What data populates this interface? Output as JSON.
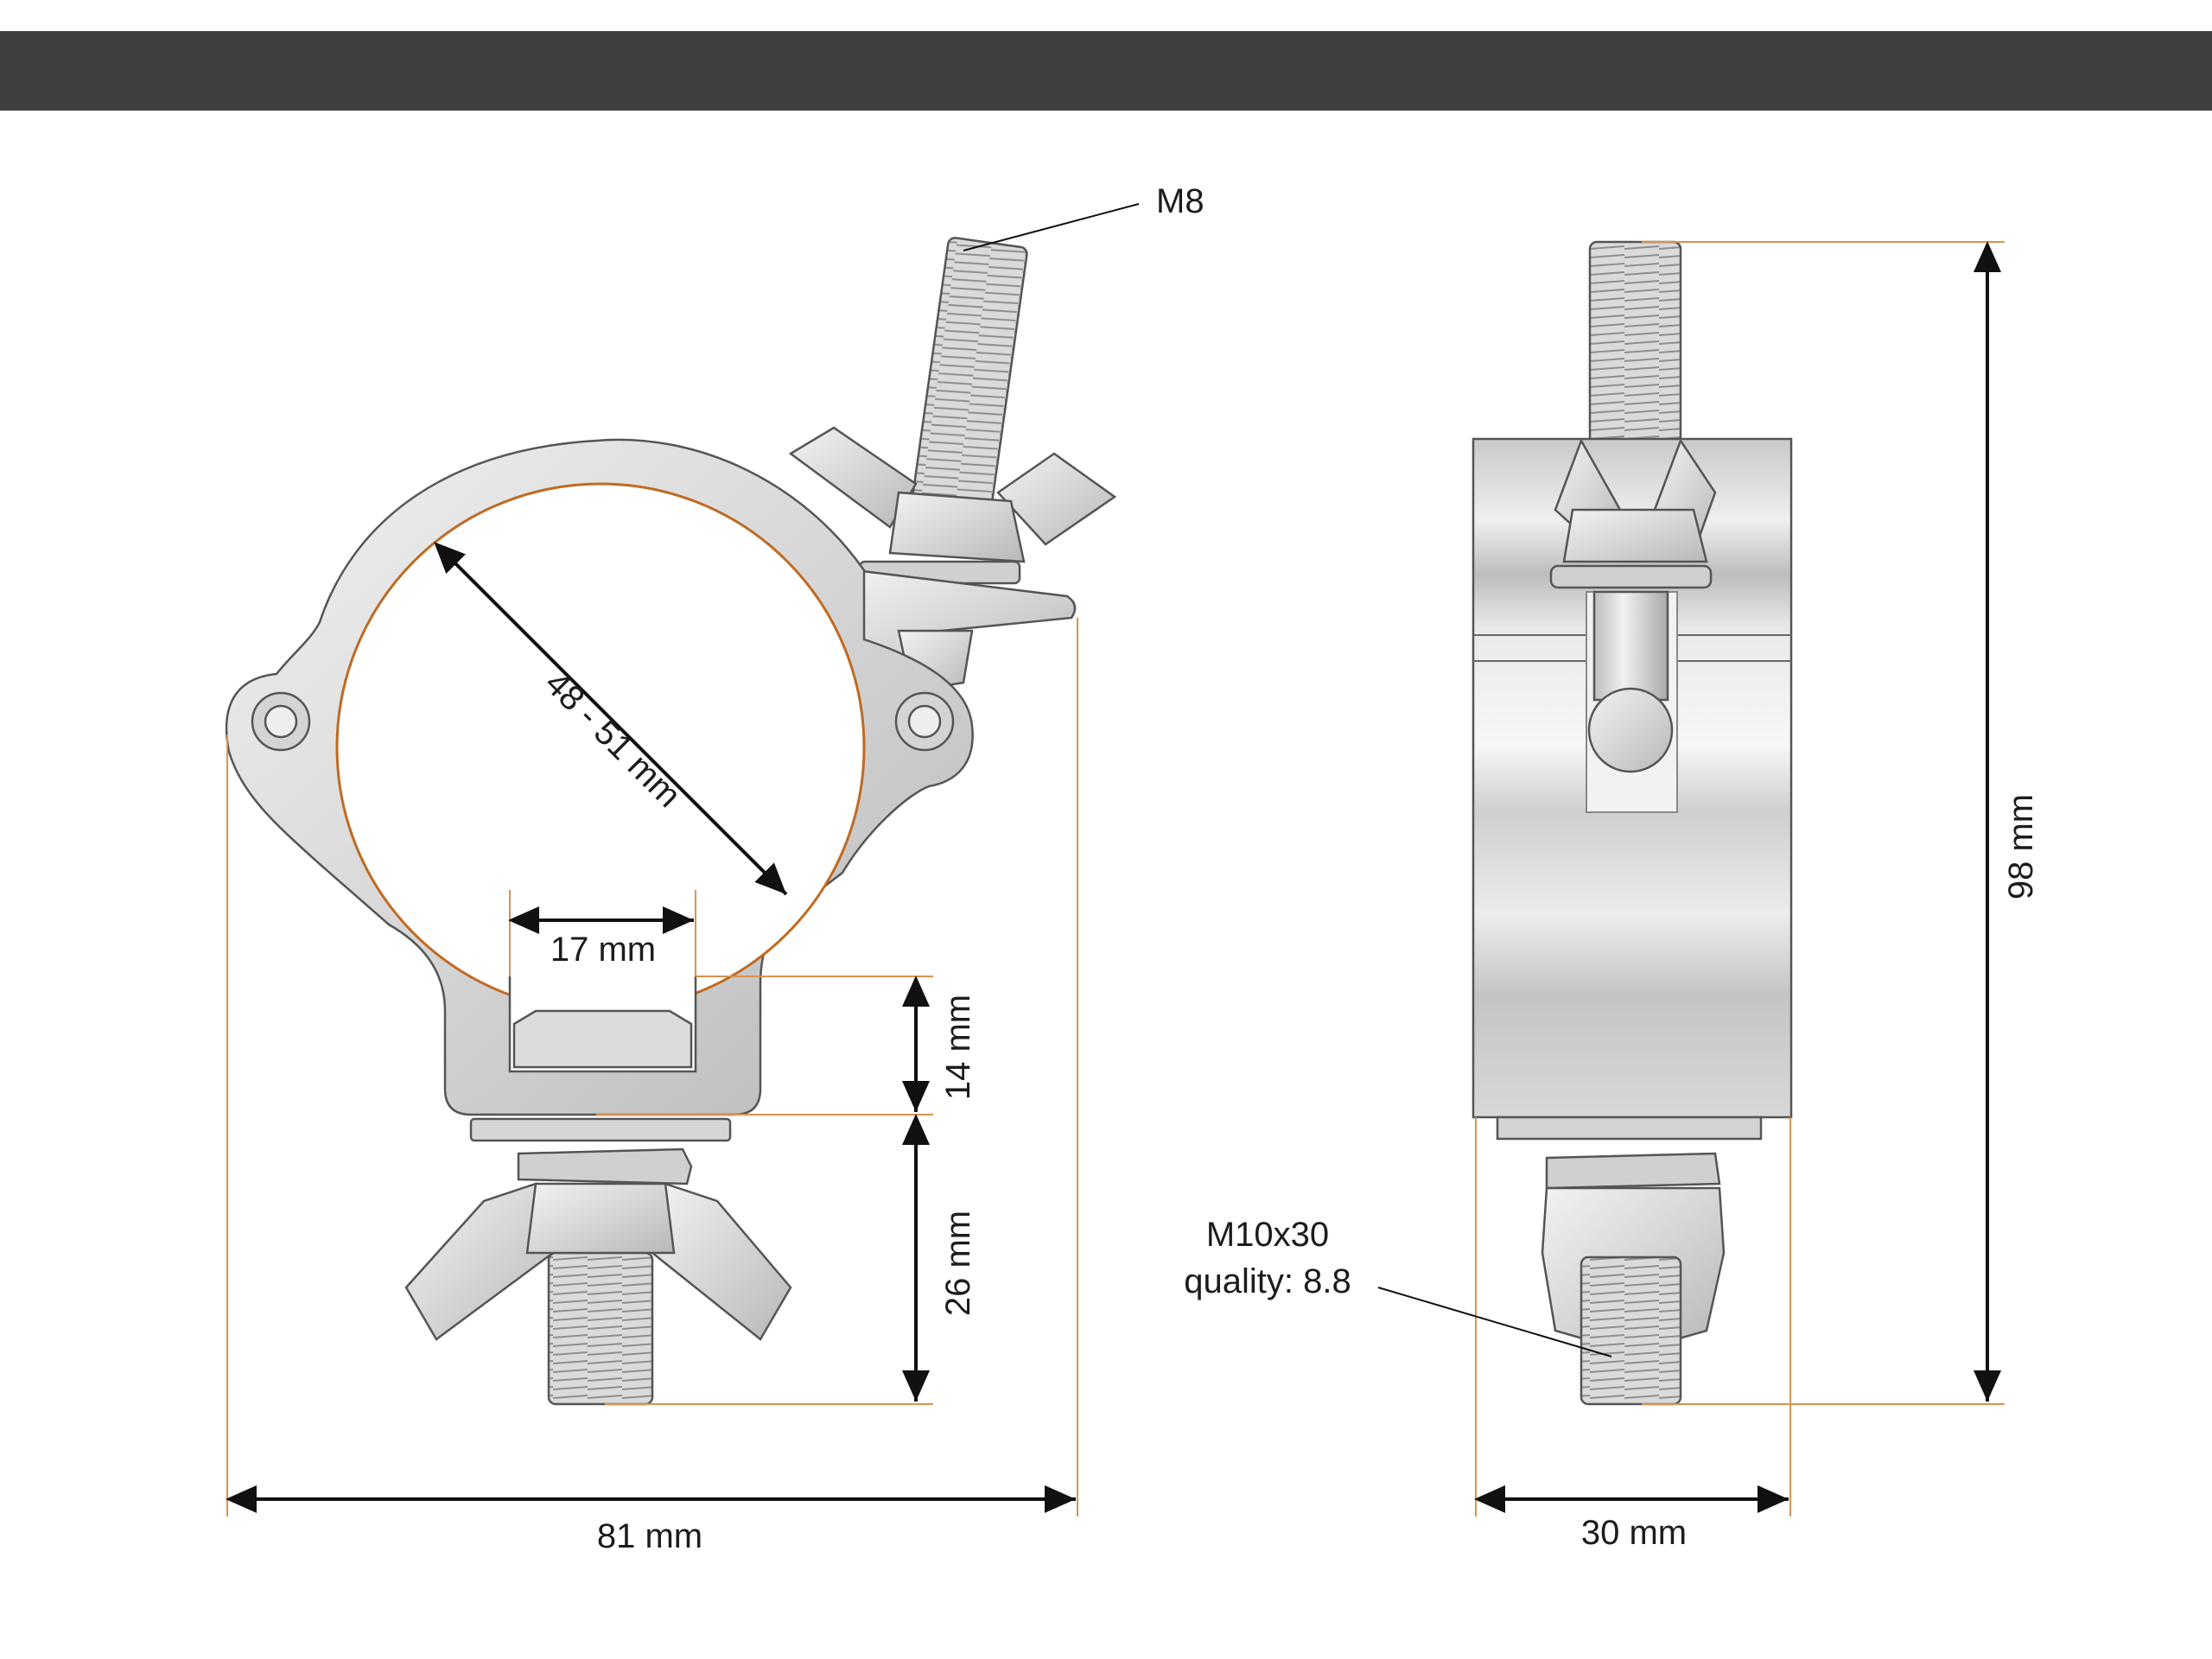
{
  "labels": {
    "bolt_top": "M8",
    "diameter": "48 - 51 mm",
    "slot_width": "17 mm",
    "slot_depth": "14 mm",
    "bolt_length": "26 mm",
    "total_width": "81 mm",
    "total_height": "98 mm",
    "depth": "30 mm",
    "bolt_bottom_line1": "M10x30",
    "bolt_bottom_line2": "quality: 8.8"
  },
  "colors": {
    "header": "#3f3f3f",
    "dimension_line": "#111111",
    "extension_line": "#d8934e",
    "metal": "#d9d9d9"
  }
}
